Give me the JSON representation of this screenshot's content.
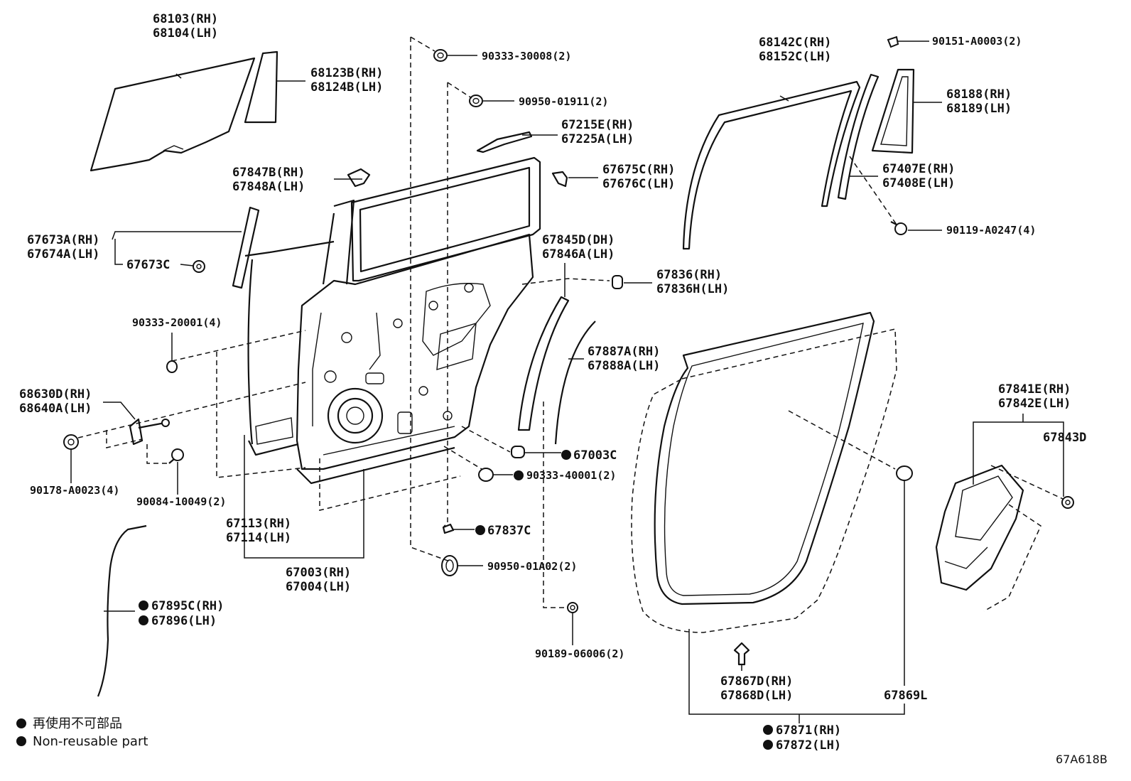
{
  "labels": {
    "glass": [
      "68103(RH)",
      "68104(LH)"
    ],
    "quarter_glass": [
      "68123B(RH)",
      "68124B(LH)"
    ],
    "hinge_pin_1": "90333-30008(2)",
    "hinge_pin_2": "90950-01911(2)",
    "handle_rod": [
      "67215E(RH)",
      "67225A(LH)"
    ],
    "check_bracket": [
      "67847B(RH)",
      "67848A(LH)"
    ],
    "clip_upper": [
      "67675C(RH)",
      "67676C(LH)"
    ],
    "garnish": [
      "67673A(RH)",
      "67674A(LH)"
    ],
    "garnish_clip": "67673C",
    "frame_seal": [
      "67845D(DH)",
      "67846A(LH)"
    ],
    "plug": [
      "67836(RH)",
      "67836H(LH)"
    ],
    "grommet_20001": "90333-20001(4)",
    "weatherstrip_inner": [
      "67887A(RH)",
      "67888A(LH)"
    ],
    "check_arm": [
      "68630D(RH)",
      "68640A(LH)"
    ],
    "clip_67003c": "67003C",
    "bolt_a0023": "90178-A0023(4)",
    "bolt_10049": "90084-10049(2)",
    "plug_40001": "90333-40001(2)",
    "panel": [
      "67113(RH)",
      "67114(LH)"
    ],
    "clip_67837c": "67837C",
    "door_assy": [
      "67003(RH)",
      "67004(LH)"
    ],
    "plug_01a02": "90950-01A02(2)",
    "wire_harness": [
      "67895C(RH)",
      "67896(LH)"
    ],
    "nut_06006": "90189-06006(2)",
    "run_channel": [
      "68142C(RH)",
      "68152C(LH)"
    ],
    "screw_a0003": "90151-A0003(2)",
    "corner_piece": [
      "68188(RH)",
      "68189(LH)"
    ],
    "division_bar": [
      "67407E(RH)",
      "67408E(LH)"
    ],
    "bolt_a0247": "90119-A0247(4)",
    "weatherstrip_retainer": [
      "67867D(RH)",
      "67868D(LH)"
    ],
    "clip_67869l": "67869L",
    "door_weatherstrip": [
      "67871(RH)",
      "67872(LH)"
    ],
    "lock_cover": [
      "67841E(RH)",
      "67842E(LH)"
    ],
    "lock_clip": "67843D"
  },
  "legend": {
    "japanese": "再使用不可部品",
    "english": "Non-reusable part"
  },
  "diagram_id": "67A618B"
}
